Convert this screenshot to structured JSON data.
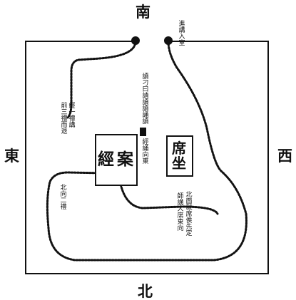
{
  "directions": {
    "south": "南",
    "north": "北",
    "east": "東",
    "west": "西"
  },
  "furniture": {
    "jing_an": [
      "經",
      "案"
    ],
    "xi_zuo": [
      "席",
      "坐"
    ]
  },
  "notes": {
    "enter_room": "進講入室",
    "sit_facing": "北面就席俟先定",
    "bow_enter": "師講人席東向",
    "recite": "讀刁曰請讀讀誦讀",
    "recite_east": "經誦向東",
    "left_col1": "經一禮講",
    "left_col2": "前三禮而退",
    "center_small": "北向二禮"
  }
}
